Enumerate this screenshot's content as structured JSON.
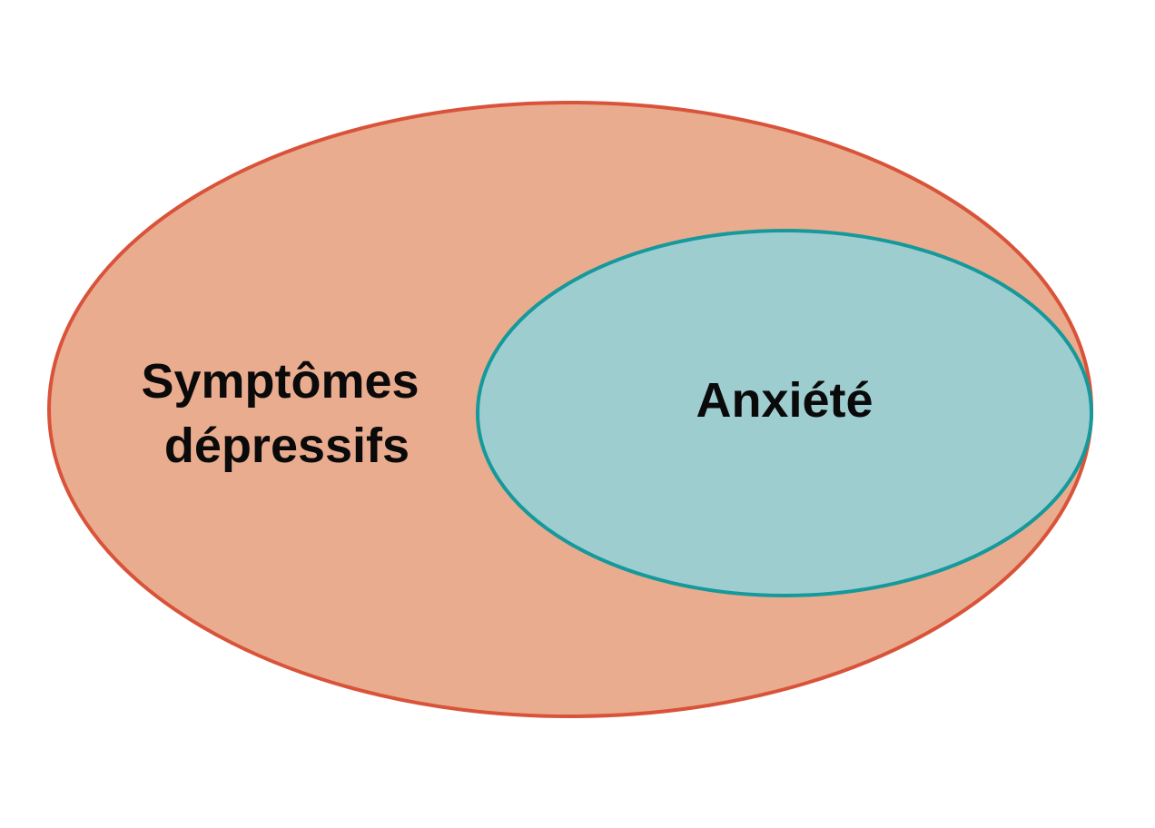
{
  "diagram": {
    "type": "nested-ellipses",
    "outer": {
      "label_line1": "Symptômes",
      "label_line2": "dépressifs",
      "fill": "#e9ac8e",
      "stroke": "#d9533a"
    },
    "inner": {
      "label": "Anxiété",
      "fill": "#9ecdd0",
      "stroke": "#15999b"
    }
  }
}
